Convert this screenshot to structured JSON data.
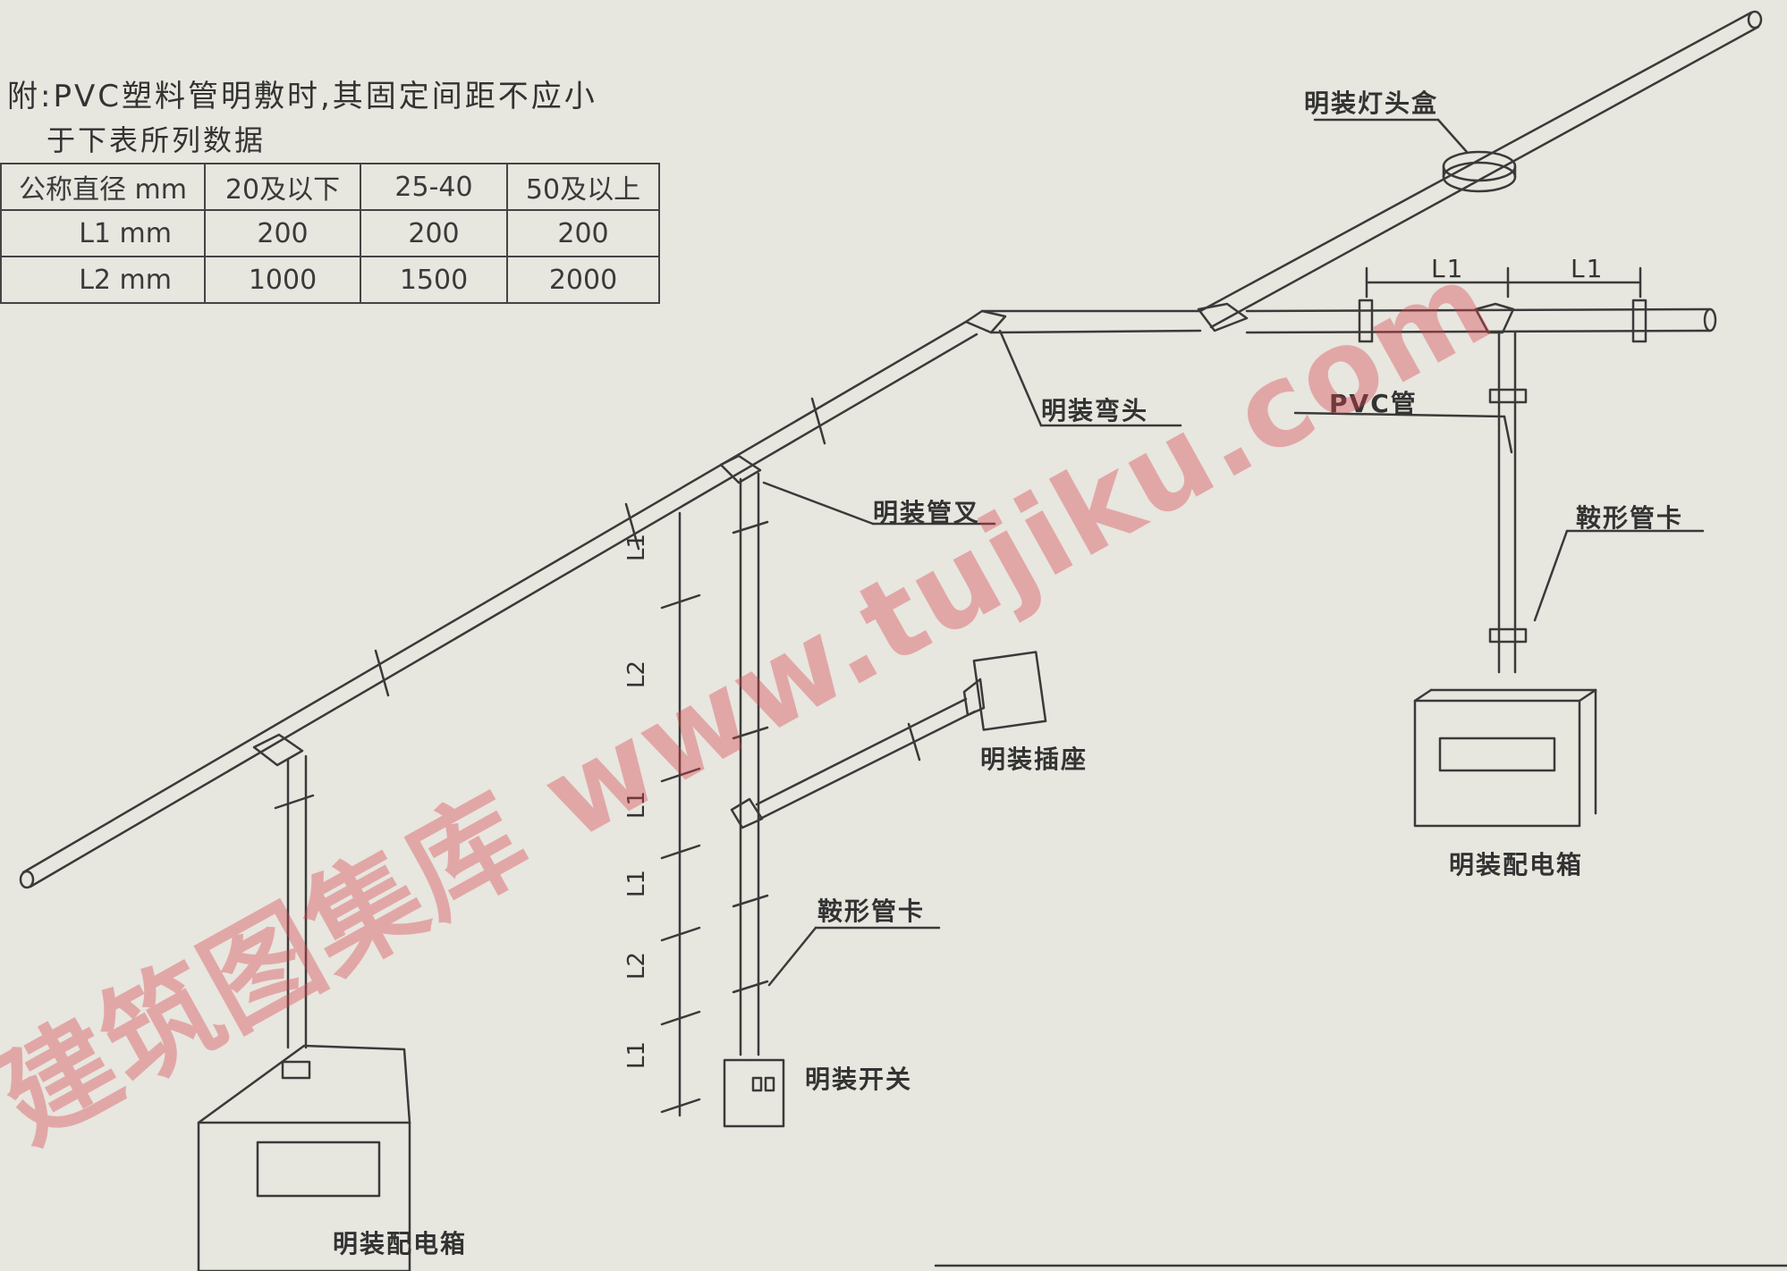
{
  "note": {
    "line1": "附:PVC塑料管明敷时,其固定间距不应小",
    "line2": "于下表所列数据"
  },
  "table": {
    "header": [
      "公称直径 mm",
      "20及以下",
      "25-40",
      "50及以上"
    ],
    "rows": [
      [
        "L1 mm",
        "200",
        "200",
        "200"
      ],
      [
        "L2 mm",
        "1000",
        "1500",
        "2000"
      ]
    ]
  },
  "labels": {
    "lamp_box": "明装灯头盒",
    "elbow": "明装弯头",
    "pvc_pipe": "PVC管",
    "tee": "明装管叉",
    "saddle_right": "鞍形管卡",
    "socket": "明装插座",
    "saddle_mid": "鞍形管卡",
    "switch": "明装开关",
    "dist_box_left": "明装配电箱",
    "dist_box_right": "明装配电箱",
    "dim_l1_a": "L1",
    "dim_l1_b": "L1"
  },
  "dim_labels": [
    "L1",
    "L2",
    "L1",
    "L1",
    "L2",
    "L1"
  ],
  "watermark": "建筑图集库 www.tujiku.com"
}
